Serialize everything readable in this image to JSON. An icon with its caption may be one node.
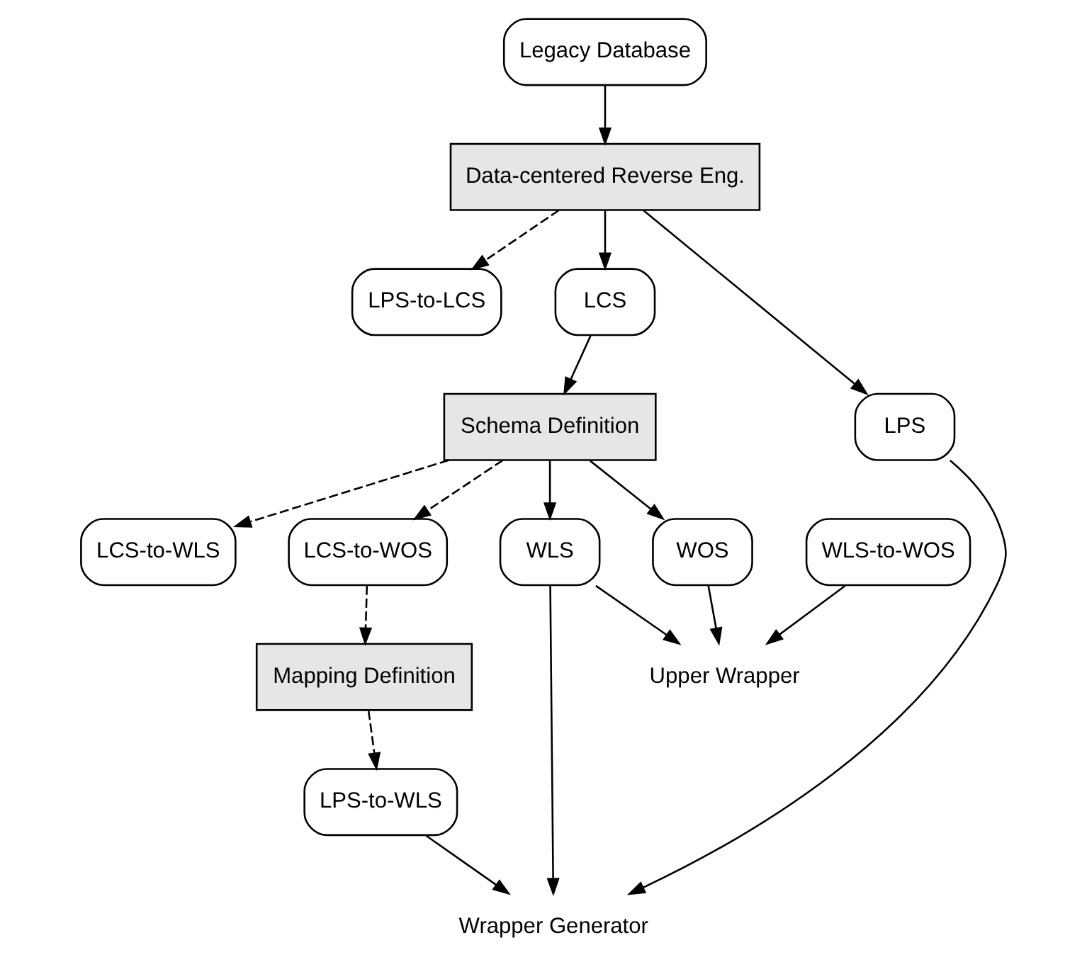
{
  "diagram": {
    "nodes": [
      {
        "text": [
          "Legacy Database"
        ]
      },
      {
        "text": [
          "Data-centered Reverse Eng."
        ]
      },
      {
        "text": [
          "LPS-to-LCS"
        ]
      },
      {
        "text": [
          "LCS-to-WLS"
        ]
      },
      {
        "text": [
          "LCS"
        ]
      },
      {
        "text": [
          "LCS-to-WOS"
        ]
      },
      {
        "text": [
          "Schema Definition"
        ]
      },
      {
        "text": [
          "Mapping Definition"
        ]
      },
      {
        "text": [
          "LPS"
        ]
      },
      {
        "text": [
          "WLS"
        ]
      },
      {
        "text": [
          "WOS"
        ]
      },
      {
        "text": [
          "LPS-to-WLS"
        ]
      },
      {
        "text": [
          "WLS-to-WOS"
        ]
      },
      {
        "text": [
          "Wrapper Generator"
        ]
      },
      {
        "text": [
          "Upper Wrapper"
        ]
      }
    ],
    "edges": [
      {
        "from": 0,
        "to": 1,
        "arrow": "to"
      },
      {
        "from": 1,
        "to": 2,
        "arrow": "to",
        "style": "dashed"
      },
      {
        "from": 1,
        "to": 4,
        "arrow": "to"
      },
      {
        "from": 1,
        "to": 8,
        "arrow": "to"
      },
      {
        "from": 4,
        "to": 6,
        "arrow": "to"
      },
      {
        "from": 6,
        "to": 3,
        "arrow": "to",
        "style": "dashed"
      },
      {
        "from": 6,
        "to": 5,
        "arrow": "to",
        "style": "dashed"
      },
      {
        "from": 5,
        "to": 7,
        "arrow": "to",
        "style": "dashed"
      },
      {
        "from": 6,
        "to": 9,
        "arrow": "to"
      },
      {
        "from": 6,
        "to": 10,
        "arrow": "to"
      },
      {
        "from": 7,
        "to": 11,
        "arrow": "to",
        "style": "dashed"
      },
      {
        "from": 8,
        "to": 13,
        "arrow": "to"
      },
      {
        "from": 11,
        "to": 13,
        "arrow": "to"
      },
      {
        "from": 9,
        "to": 13,
        "arrow": "to"
      },
      {
        "from": 9,
        "to": 14,
        "arrow": "to"
      },
      {
        "from": 12,
        "to": 14,
        "arrow": "to"
      },
      {
        "from": 10,
        "to": 14,
        "arrow": "to"
      }
    ]
  }
}
